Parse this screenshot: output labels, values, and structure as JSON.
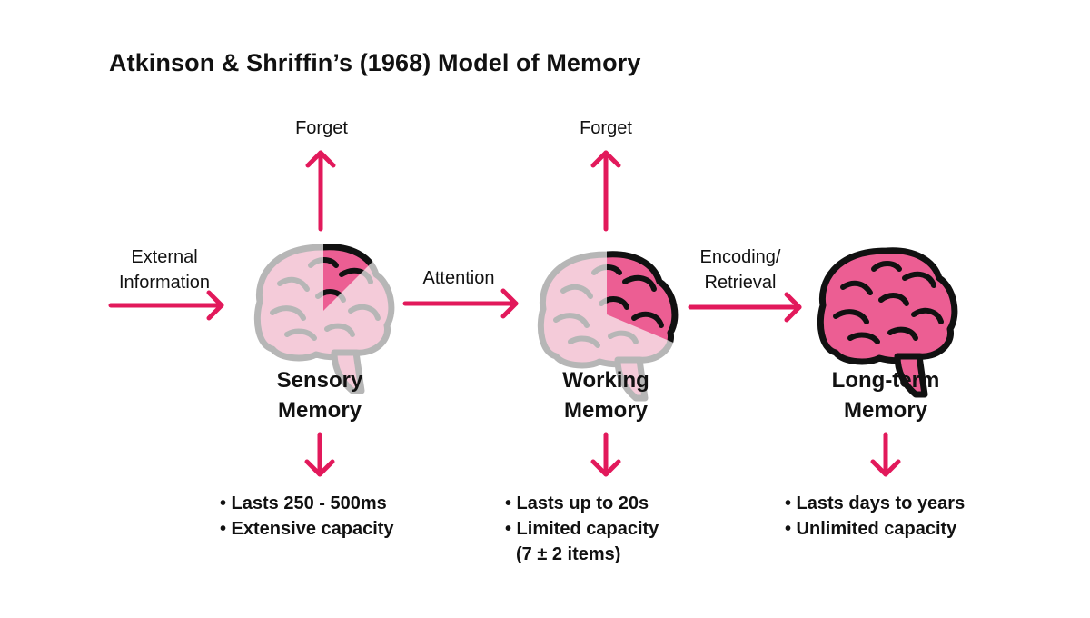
{
  "title": "Atkinson & Shriffin’s (1968) Model of Memory",
  "colors": {
    "arrow": "#e2195b",
    "brain_light_fill": "#f4cbd9",
    "brain_light_stroke": "#b6b6b6",
    "brain_dark_fill": "#ec5e93",
    "brain_dark_stroke": "#111111"
  },
  "inputs": {
    "external_line1": "External",
    "external_line2": "Information",
    "attention": "Attention",
    "encoding_line1": "Encoding/",
    "encoding_line2": "Retrieval"
  },
  "forget_labels": [
    "Forget",
    "Forget"
  ],
  "stages": [
    {
      "name_line1": "Sensory",
      "name_line2": "Memory",
      "facts": [
        "• Lasts 250 - 500ms",
        "• Extensive capacity"
      ],
      "fact_note": ""
    },
    {
      "name_line1": "Working",
      "name_line2": "Memory",
      "facts": [
        "• Lasts up to 20s",
        "• Limited capacity"
      ],
      "fact_note": "(7 ± 2 items)"
    },
    {
      "name_line1": "Long-term",
      "name_line2": "Memory",
      "facts": [
        "• Lasts days to years",
        "• Unlimited capacity"
      ],
      "fact_note": ""
    }
  ]
}
